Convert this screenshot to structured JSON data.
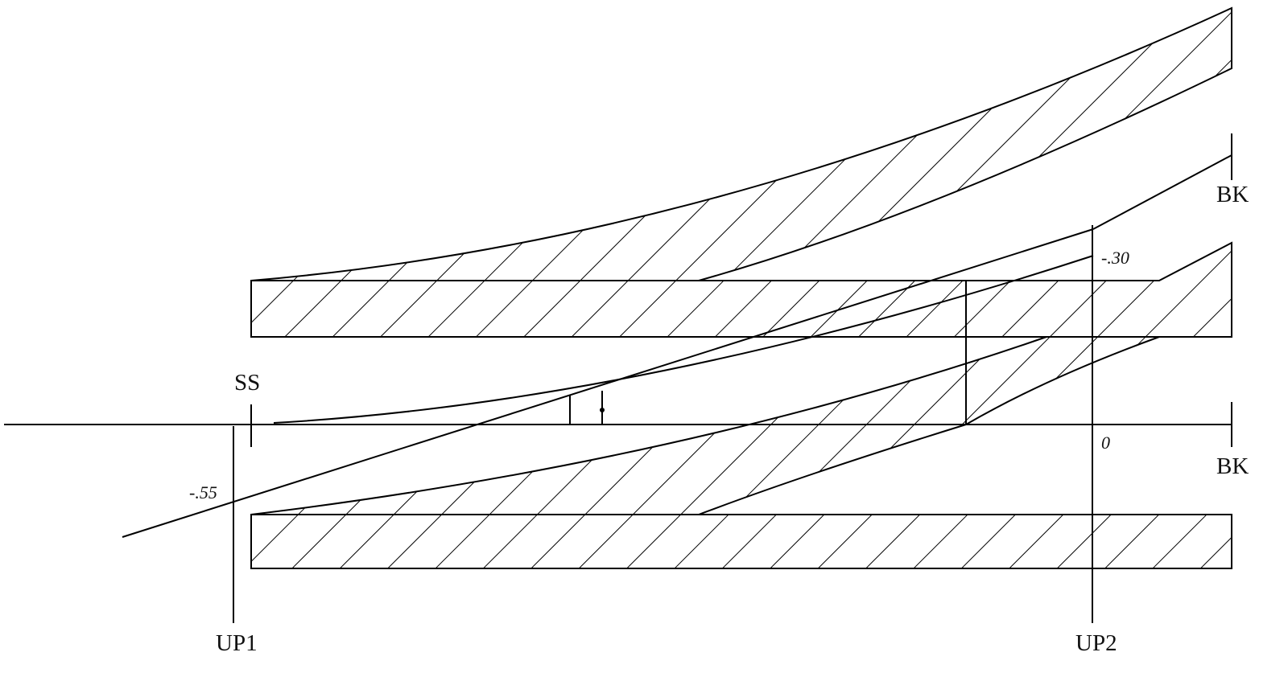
{
  "diagram": {
    "type": "turnout-geometry-drawing",
    "colors": {
      "stroke": "#000000",
      "background": "#ffffff",
      "text": "#111111"
    },
    "labels": {
      "ss": "SS",
      "bk_top": "BK",
      "bk_bottom": "BK",
      "up1": "UP1",
      "up2": "UP2"
    },
    "values": {
      "top_offset": "-.30",
      "origin": "0",
      "left_offset": "-.55"
    },
    "elements": [
      {
        "name": "upper-curved-rail-band",
        "hatched": true
      },
      {
        "name": "upper-straight-rail-band",
        "hatched": true
      },
      {
        "name": "lower-straight-rail-band",
        "hatched": true
      },
      {
        "name": "lower-curved-rail-band",
        "hatched": true
      },
      {
        "name": "main-axis-line"
      },
      {
        "name": "diverging-axis-line"
      },
      {
        "name": "diverging-track-line"
      },
      {
        "name": "measure-line-up1"
      },
      {
        "name": "measure-line-up2"
      },
      {
        "name": "ss-marker"
      },
      {
        "name": "bk-marker-top"
      },
      {
        "name": "bk-marker-bottom"
      }
    ]
  }
}
